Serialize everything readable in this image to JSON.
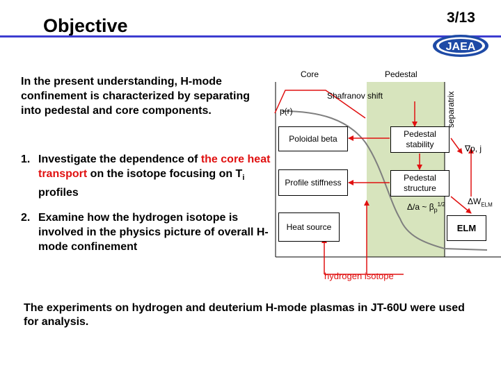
{
  "slide": {
    "title": "Objective",
    "page_number": "3/13",
    "logo_text": "JAEA"
  },
  "left": {
    "intro": "In the present understanding, H-mode confinement is characterized by separating into pedestal and core components.",
    "items": [
      {
        "number": "1.",
        "text_a": "Investigate the dependence of ",
        "text_red": "the core heat transport",
        "text_b": " on the isotope focusing on T",
        "subscript": "i",
        "text_c": " profiles"
      },
      {
        "number": "2.",
        "text": "Examine how the hydrogen isotope is involved in the physics picture of overall H-mode confinement"
      }
    ]
  },
  "diagram": {
    "core_label": "Core",
    "pedestal_label": "Pedestal",
    "separatrix_label": "separatrix",
    "shafranov_label": "Shafranov shift",
    "p_label": "p(r)",
    "boxes": {
      "poloidal_beta": "Poloidal beta",
      "pedestal_stability": "Pedestal stability",
      "profile_stiffness": "Profile stiffness",
      "pedestal_structure": "Pedestal structure",
      "heat_source": "Heat source",
      "elm": "ELM"
    },
    "grad_label": "∇p, j",
    "width_label": "Δ/a ~ β",
    "width_sub": "p",
    "width_sup": "1/2",
    "welm_label": "ΔW",
    "welm_sub": "ELM",
    "isotope_label": "hydrogen isotope",
    "colors": {
      "pedestal_region": "#d7e4bd",
      "arrows": "#e01010",
      "profile_curve": "#7f7f7f"
    }
  },
  "footer": {
    "text": "The experiments on hydrogen and deuterium H-mode plasmas in JT-60U were used for analysis."
  }
}
